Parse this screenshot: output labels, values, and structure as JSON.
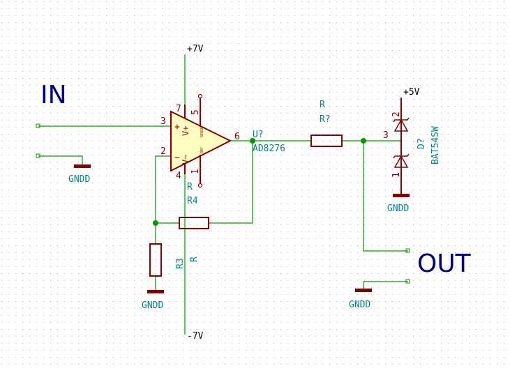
{
  "labels": {
    "in": "IN",
    "out": "OUT",
    "plus7": "+7V",
    "minus7": "-7V",
    "plus5": "+5V",
    "gnd_in": "GNDD",
    "gnd_r3": "GNDD",
    "gnd_diode": "GNDD",
    "gnd_out": "GNDD"
  },
  "opamp": {
    "ref": "U?",
    "value": "AD8276",
    "plus_sign": "+",
    "minus_sign": "−",
    "vplus": "V+",
    "vminus": "V−",
    "ref_tag": "REF",
    "sense_tag": "SENSE",
    "pins": {
      "p1": "1",
      "p2": "2",
      "p3": "3",
      "p4": "4",
      "p5": "5",
      "p6": "6",
      "p7": "7"
    }
  },
  "resistors": {
    "r_series": {
      "value": "R",
      "ref": "R?"
    },
    "r4": {
      "value": "R",
      "ref": "R4"
    },
    "r3": {
      "ref": "R3",
      "value": "R"
    }
  },
  "diode": {
    "ref": "D?",
    "value": "BAT54SW",
    "pins": {
      "p1": "1",
      "p2": "2",
      "p3": "3"
    }
  }
}
